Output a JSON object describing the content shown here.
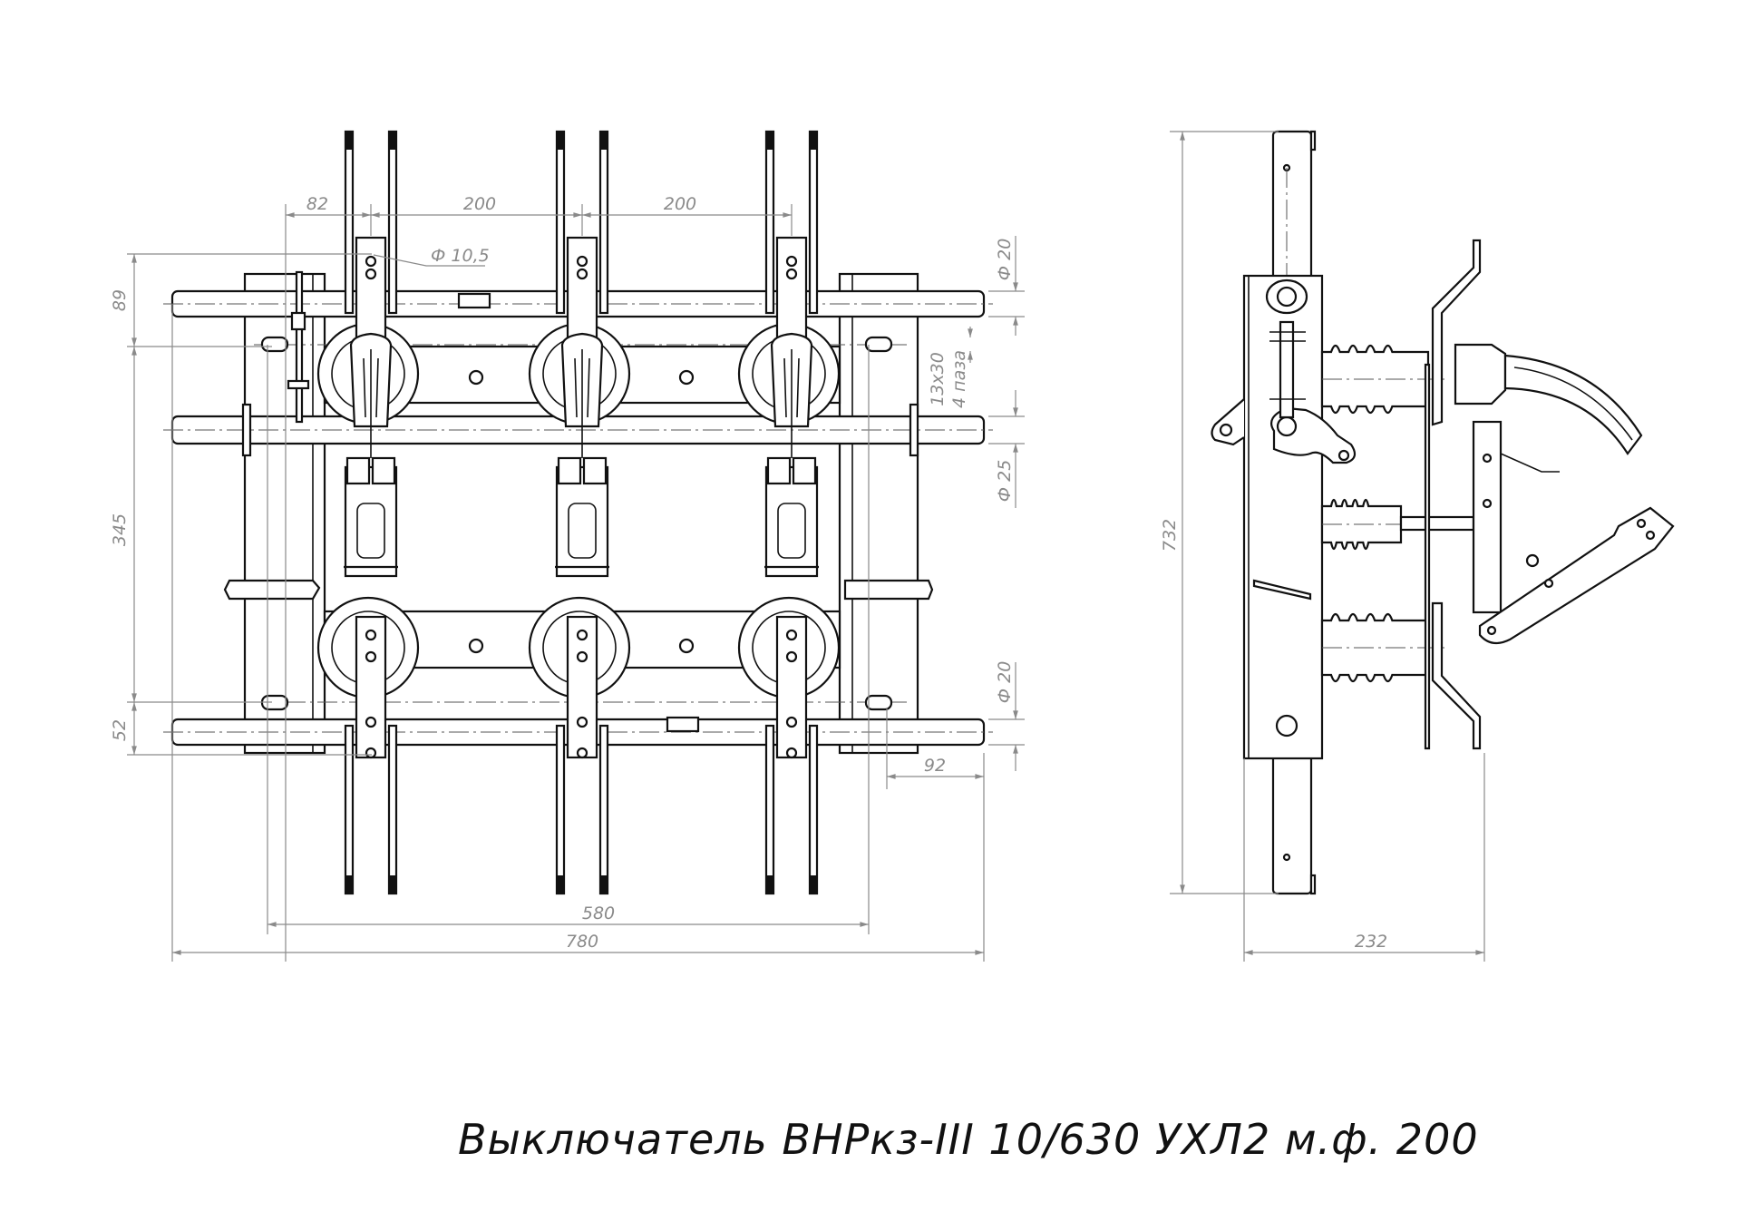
{
  "title": "Выключатель ВНРкз-III 10/630 УХЛ2 м.ф. 200",
  "front_view": {
    "dims": {
      "d82": "82",
      "d200a": "200",
      "d200b": "200",
      "hole": "Ф 10,5",
      "dia20_top": "Ф 20",
      "dia25": "Ф 25",
      "dia20_bottom": "Ф 20",
      "d89": "89",
      "d345": "345",
      "d52": "52",
      "slot_size": "13х30",
      "slot_count": "4 паза",
      "d92": "92",
      "d580": "580",
      "d780": "780"
    }
  },
  "side_view": {
    "dims": {
      "d732": "732",
      "d232": "232"
    }
  }
}
